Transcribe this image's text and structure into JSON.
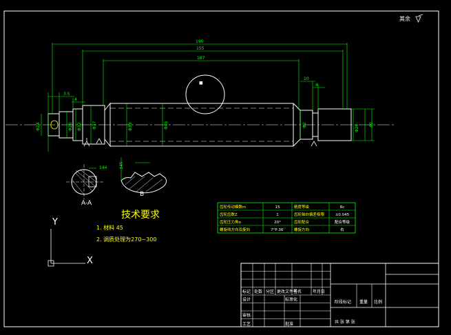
{
  "colors": {
    "background": "#000000",
    "outline": "#ffffff",
    "dimension": "#00ff00",
    "text": "#ffff00",
    "center_line": "#ff3030"
  },
  "corner_mark": "其余",
  "dimensions": {
    "overall": "190",
    "inner": "155",
    "body": "187",
    "right_step": "10",
    "right_gap": "4",
    "left_step": "3.5",
    "left_gap": "4",
    "d_left_end": "Φ24",
    "d_left_1": "Φ26",
    "d_left_2": "Φ32",
    "d_left_3": "Φ37",
    "d_center_1": "Φ39",
    "d_center_2": "Φ45",
    "d_right_1": "Φ2",
    "d_right_2": "Φ26",
    "d_right_3": "40"
  },
  "sections": {
    "aa_label": "A-A",
    "aa_dim": "144",
    "b_label": "B",
    "b_dim": "345"
  },
  "tech": {
    "title": "技术要求",
    "line1": "1. 材料  45",
    "line2": "2. 调质处理为270~300"
  },
  "param_table": {
    "rows": [
      [
        "齿轮传动模数m",
        "15",
        "精度等级",
        "8c"
      ],
      [
        "齿轮齿数Z",
        "1",
        "齿轮轴向偏差极限",
        "±0.045"
      ],
      [
        "齿轮压力角α",
        "20°",
        "齿轮配合",
        "配合等级"
      ],
      [
        "螺旋线方向及旋向",
        "7°P 36'",
        "螺旋方向",
        "右"
      ]
    ]
  },
  "title_block": {
    "rev_headers": [
      "标记",
      "处数",
      "分区",
      "更改文件号",
      "签名",
      "年月日"
    ],
    "design": "设计",
    "standardize": "标准化",
    "review": "审核",
    "process": "工艺",
    "approve": "批准",
    "stage_mark": "阶段标记",
    "weight": "重量",
    "scale": "比例",
    "sheets": "共    张 第    张"
  },
  "ucs": {
    "x_label": "X",
    "y_label": "Y"
  }
}
